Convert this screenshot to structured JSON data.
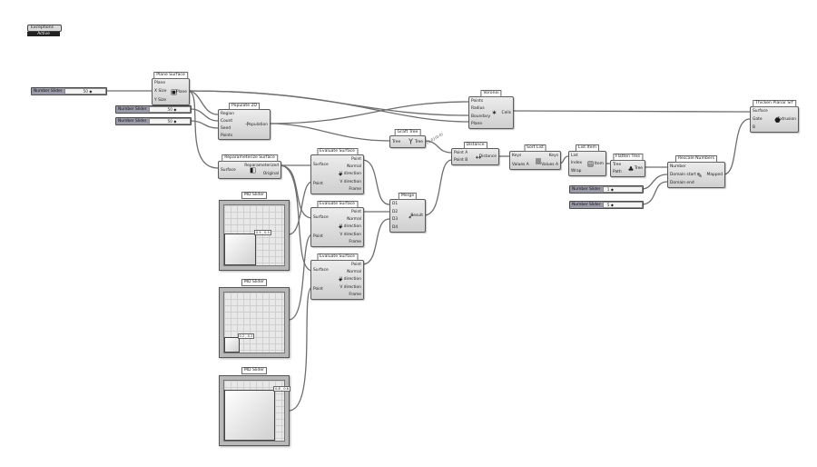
{
  "exceptions": {
    "label": "Exceptions",
    "status": "Active"
  },
  "sliders": [
    {
      "id": "s1",
      "label": "Number Slider",
      "value": "50"
    },
    {
      "id": "s2",
      "label": "Number Slider",
      "value": "50"
    },
    {
      "id": "s3",
      "label": "Number Slider",
      "value": "50"
    },
    {
      "id": "s4",
      "label": "Number Slider",
      "value": "1"
    },
    {
      "id": "s5",
      "label": "Number Slider",
      "value": "5"
    }
  ],
  "components": {
    "plane_surface": {
      "tag": "Plane Surface",
      "inputs": [
        "Plane",
        "X Size",
        "Y Size"
      ],
      "outputs": [
        "Plane"
      ],
      "icon": "▣"
    },
    "populate": {
      "tag": "Populate 2D",
      "inputs": [
        "Region",
        "Count",
        "Seed",
        "Points"
      ],
      "outputs": [
        "Population"
      ],
      "icon": "⁘"
    },
    "reparam": {
      "tag": "Reparameterize Surface",
      "inputs": [
        "Surface"
      ],
      "outputs": [
        "Reparameterized",
        "Original"
      ],
      "icon": "◧"
    },
    "eval1": {
      "tag": "Evaluate Surface",
      "inputs": [
        "Surface",
        "Point"
      ],
      "outputs": [
        "Point",
        "Normal",
        "U direction",
        "V direction",
        "Frame"
      ],
      "icon": "✦"
    },
    "eval2": {
      "tag": "Evaluate Surface",
      "inputs": [
        "Surface",
        "Point"
      ],
      "outputs": [
        "Point",
        "Normal",
        "U direction",
        "V direction",
        "Frame"
      ],
      "icon": "✦"
    },
    "eval3": {
      "tag": "Evaluate Surface",
      "inputs": [
        "Surface",
        "Point"
      ],
      "outputs": [
        "Point",
        "Normal",
        "U direction",
        "V direction",
        "Frame"
      ],
      "icon": "✦"
    },
    "merge": {
      "tag": "Merge",
      "inputs": [
        "D1",
        "D2",
        "D3",
        "D4"
      ],
      "outputs": [
        "Result"
      ],
      "icon": "➶"
    },
    "graft": {
      "tag": "Graft Tree",
      "inputs": [
        "Tree"
      ],
      "outputs": [
        "Tree"
      ],
      "icon": "Y"
    },
    "voronoi": {
      "tag": "Voronoi",
      "inputs": [
        "Points",
        "Radius",
        "Boundary",
        "Plane"
      ],
      "outputs": [
        "Cells"
      ],
      "icon": "✶"
    },
    "distance": {
      "tag": "Distance",
      "inputs": [
        "Point A",
        "Point B"
      ],
      "outputs": [
        "Distance"
      ],
      "icon": "↔"
    },
    "sortlist": {
      "tag": "Sort List",
      "inputs": [
        "Keys",
        "Values A"
      ],
      "outputs": [
        "Keys",
        "Values A"
      ],
      "icon": "▥"
    },
    "listitem": {
      "tag": "List Item",
      "inputs": [
        "List",
        "Index",
        "Wrap"
      ],
      "outputs": [
        "Item"
      ],
      "icon": "▤"
    },
    "flatten": {
      "tag": "Flatten Tree",
      "inputs": [
        "Tree",
        "Path"
      ],
      "outputs": [
        "Tree"
      ],
      "icon": "♣"
    },
    "rescale": {
      "tag": "Rescale Numbers",
      "inputs": [
        "Number",
        "Domain start",
        "Domain end"
      ],
      "outputs": [
        "Mapped"
      ],
      "icon": "✎"
    },
    "thicken": {
      "tag": "Thicken Planar Srf",
      "inputs": [
        "Surface",
        "Gate",
        "B"
      ],
      "outputs": [
        "Extrusion"
      ],
      "icon": "⬣"
    }
  },
  "md_sliders": [
    {
      "tag": "MD Slider",
      "coord": "0.5 , 0.5",
      "u": 0.5,
      "v": 0.5
    },
    {
      "tag": "MD Slider",
      "coord": "0.2 , 0.2",
      "u": 0.22,
      "v": 0.22
    },
    {
      "tag": "MD Slider",
      "coord": "0.8 , 0.8",
      "u": 0.82,
      "v": 0.82
    }
  ],
  "wire_label": "{0;0}(0:0)"
}
